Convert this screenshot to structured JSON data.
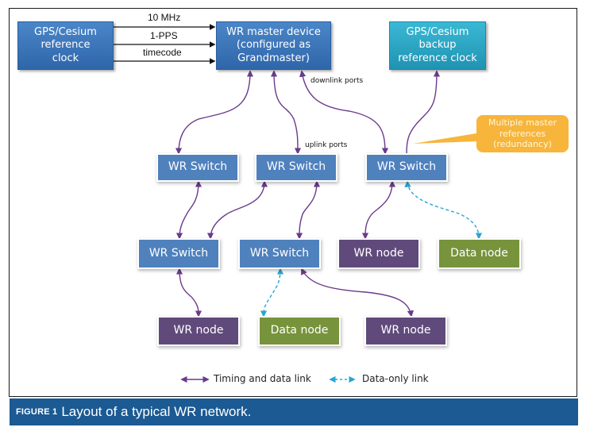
{
  "diagram": {
    "source_clock": "GPS/Cesium reference clock",
    "master": "WR master device (configured as Grandmaster)",
    "backup_clock": "GPS/Cesium backup reference clock",
    "signals": [
      "10 MHz",
      "1-PPS",
      "timecode"
    ],
    "downlink_label": "downlink ports",
    "uplink_label": "uplink ports",
    "callout": "Multiple master references (redundancy)",
    "row1": [
      "WR Switch",
      "WR Switch",
      "WR Switch"
    ],
    "row2": [
      "WR Switch",
      "WR Switch",
      "WR node",
      "Data node"
    ],
    "row3": [
      "WR node",
      "Data node",
      "WR node"
    ],
    "legend": {
      "timing": "Timing and data link",
      "data_only": "Data-only link"
    },
    "colors": {
      "timing_link": "#6a3a8c",
      "data_link": "#2aa5d0",
      "switch": "#4f81bd",
      "wr_node": "#604a7b",
      "data_node": "#77933c",
      "callout": "#f7b53b",
      "caption_bar": "#1b5a93"
    }
  },
  "caption": {
    "figure_label": "FIGURE 1",
    "title": "Layout of a typical WR network."
  }
}
